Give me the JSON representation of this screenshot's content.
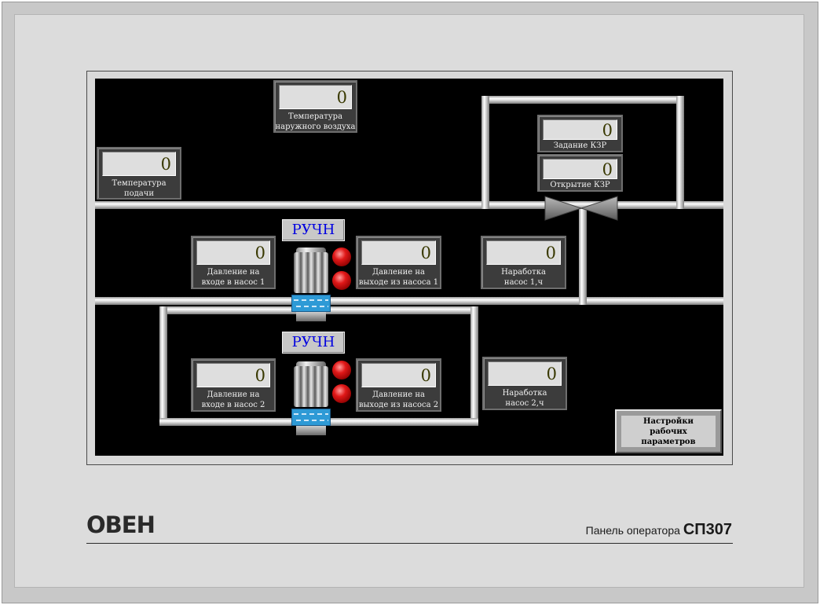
{
  "panel": {
    "brand_logo": "ОВЕН",
    "model_prefix": "Панель оператора",
    "model_name": "СП307"
  },
  "gauges": {
    "temp_outside": {
      "value": "0",
      "label": "Температура\nнаружного воздуха"
    },
    "temp_supply": {
      "value": "0",
      "label": "Температура\nподачи"
    },
    "kzr_setpoint": {
      "value": "0",
      "label": "Задание КЗР"
    },
    "kzr_opening": {
      "value": "0",
      "label": "Открытие КЗР"
    },
    "pump1_in": {
      "value": "0",
      "label": "Давление на\nвходе в насос 1"
    },
    "pump1_out": {
      "value": "0",
      "label": "Давление на\nвыходе из насоса 1"
    },
    "pump1_hours": {
      "value": "0",
      "label": "Наработка\nнасос 1,ч"
    },
    "pump2_in": {
      "value": "0",
      "label": "Давление на\nвходе в насос 2"
    },
    "pump2_out": {
      "value": "0",
      "label": "Давление на\nвыходе из насоса 2"
    },
    "pump2_hours": {
      "value": "0",
      "label": "Наработка\nнасос 2,ч"
    }
  },
  "pump1": {
    "mode_label": "РУЧН"
  },
  "pump2": {
    "mode_label": "РУЧН"
  },
  "settings_button": {
    "label": "Настройки\nрабочих параметров"
  },
  "colors": {
    "screen_bg": "#000000",
    "mode_text": "#0000e0",
    "lamp": "#e01818",
    "water": "#2e9ad6"
  },
  "icons": [
    "motor-icon",
    "status-lamp-icon",
    "valve-icon",
    "water-tank-icon"
  ]
}
